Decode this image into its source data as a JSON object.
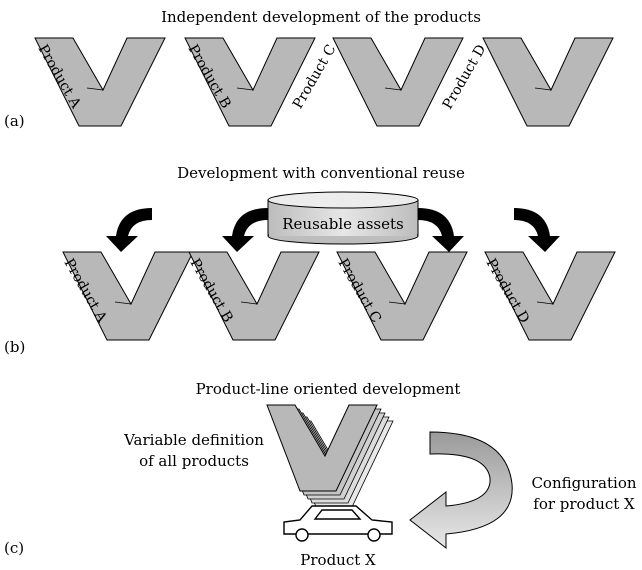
{
  "panels": [
    {
      "letter": "(a)",
      "title": "Independent development of the products",
      "products": [
        "Product A",
        "Product B",
        "Product C",
        "Product D"
      ]
    },
    {
      "letter": "(b)",
      "title": "Development with conventional reuse",
      "assets_label": "Reusable assets",
      "products": [
        "Product A",
        "Product B",
        "Product C",
        "Product D"
      ]
    },
    {
      "letter": "(c)",
      "title": "Product-line oriented development",
      "variable_definition": [
        "Variable definition",
        "of all products"
      ],
      "configuration": [
        "Configuration",
        "for product X"
      ],
      "product": "Product X"
    }
  ],
  "colors": {
    "v_fill": "#b8b8b8",
    "stroke": "#000000",
    "cylinder_fill": "#d4d4d4",
    "arrow_fill": "#000000"
  }
}
